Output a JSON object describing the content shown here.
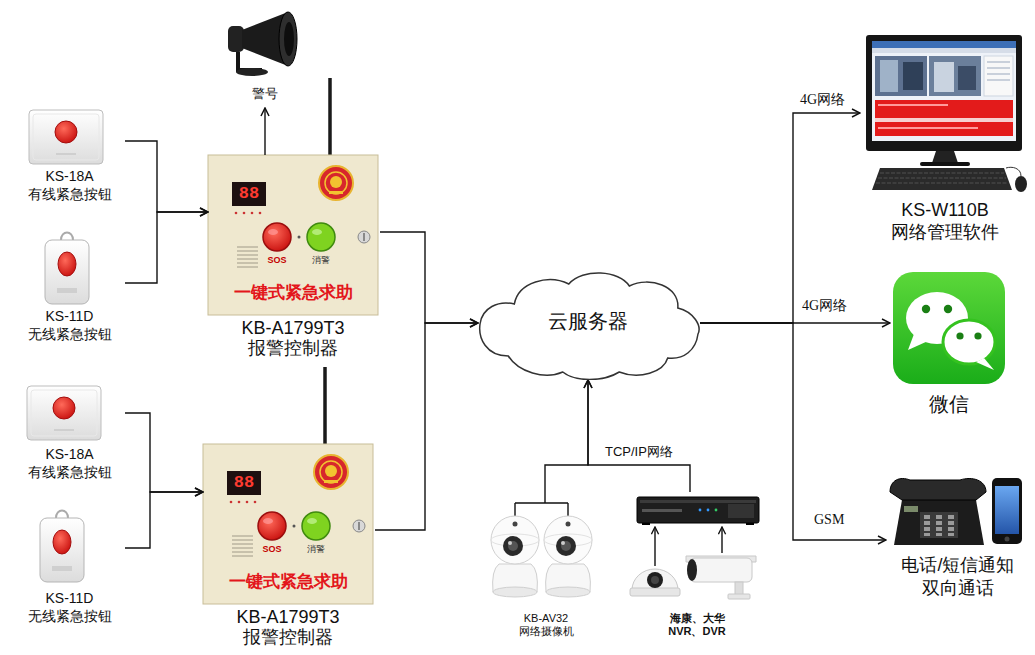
{
  "diagram": {
    "nodes": [
      {
        "text": [
          "KS-18A 有线紧急按钮"
        ]
      },
      {
        "text": [
          "KS-11D 无线紧急按钮"
        ]
      },
      {
        "text": [
          "警号"
        ]
      },
      {
        "text": [
          "88",
          "SOS",
          "消警",
          "一键式紧急求助",
          "KB-A1799T3 报警控制器"
        ]
      },
      {
        "text": [
          "KS-18A 有线紧急按钮"
        ]
      },
      {
        "text": [
          "KS-11D 无线紧急按钮"
        ]
      },
      {
        "text": [
          "88",
          "SOS",
          "消警",
          "一键式紧急求助",
          "KB-A1799T3 报警控制器"
        ]
      },
      {
        "text": [
          "云服务器"
        ]
      },
      {
        "text": [
          "KB-AV32 网络摄像机"
        ]
      },
      {
        "text": [
          "海康、大华 NVR、DVR"
        ]
      },
      {
        "text": [
          "KS-W110B 网络管理软件"
        ]
      },
      {
        "text": [
          "微信"
        ]
      },
      {
        "text": [
          "电话/短信通知 双向通话"
        ]
      }
    ],
    "edges": [
      {
        "from": 0,
        "to": 3,
        "arrow": "to"
      },
      {
        "from": 1,
        "to": 3,
        "arrow": "to"
      },
      {
        "from": 3,
        "to": 2,
        "arrow": "to"
      },
      {
        "from": 4,
        "to": 6,
        "arrow": "to"
      },
      {
        "from": 5,
        "to": 6,
        "arrow": "to"
      },
      {
        "from": 3,
        "to": 7,
        "arrow": "to"
      },
      {
        "from": 6,
        "to": 7,
        "arrow": "to"
      },
      {
        "from": 7,
        "to": 10,
        "label": "4G网络",
        "arrow": "to"
      },
      {
        "from": 7,
        "to": 11,
        "label": "4G网络",
        "arrow": "to"
      },
      {
        "from": 7,
        "to": 12,
        "label": "GSM",
        "arrow": "to"
      },
      {
        "from": 8,
        "to": 7,
        "arrow": "to"
      },
      {
        "from": 9,
        "to": 7,
        "label": "TCP/IP网络",
        "arrow": "to"
      }
    ]
  }
}
